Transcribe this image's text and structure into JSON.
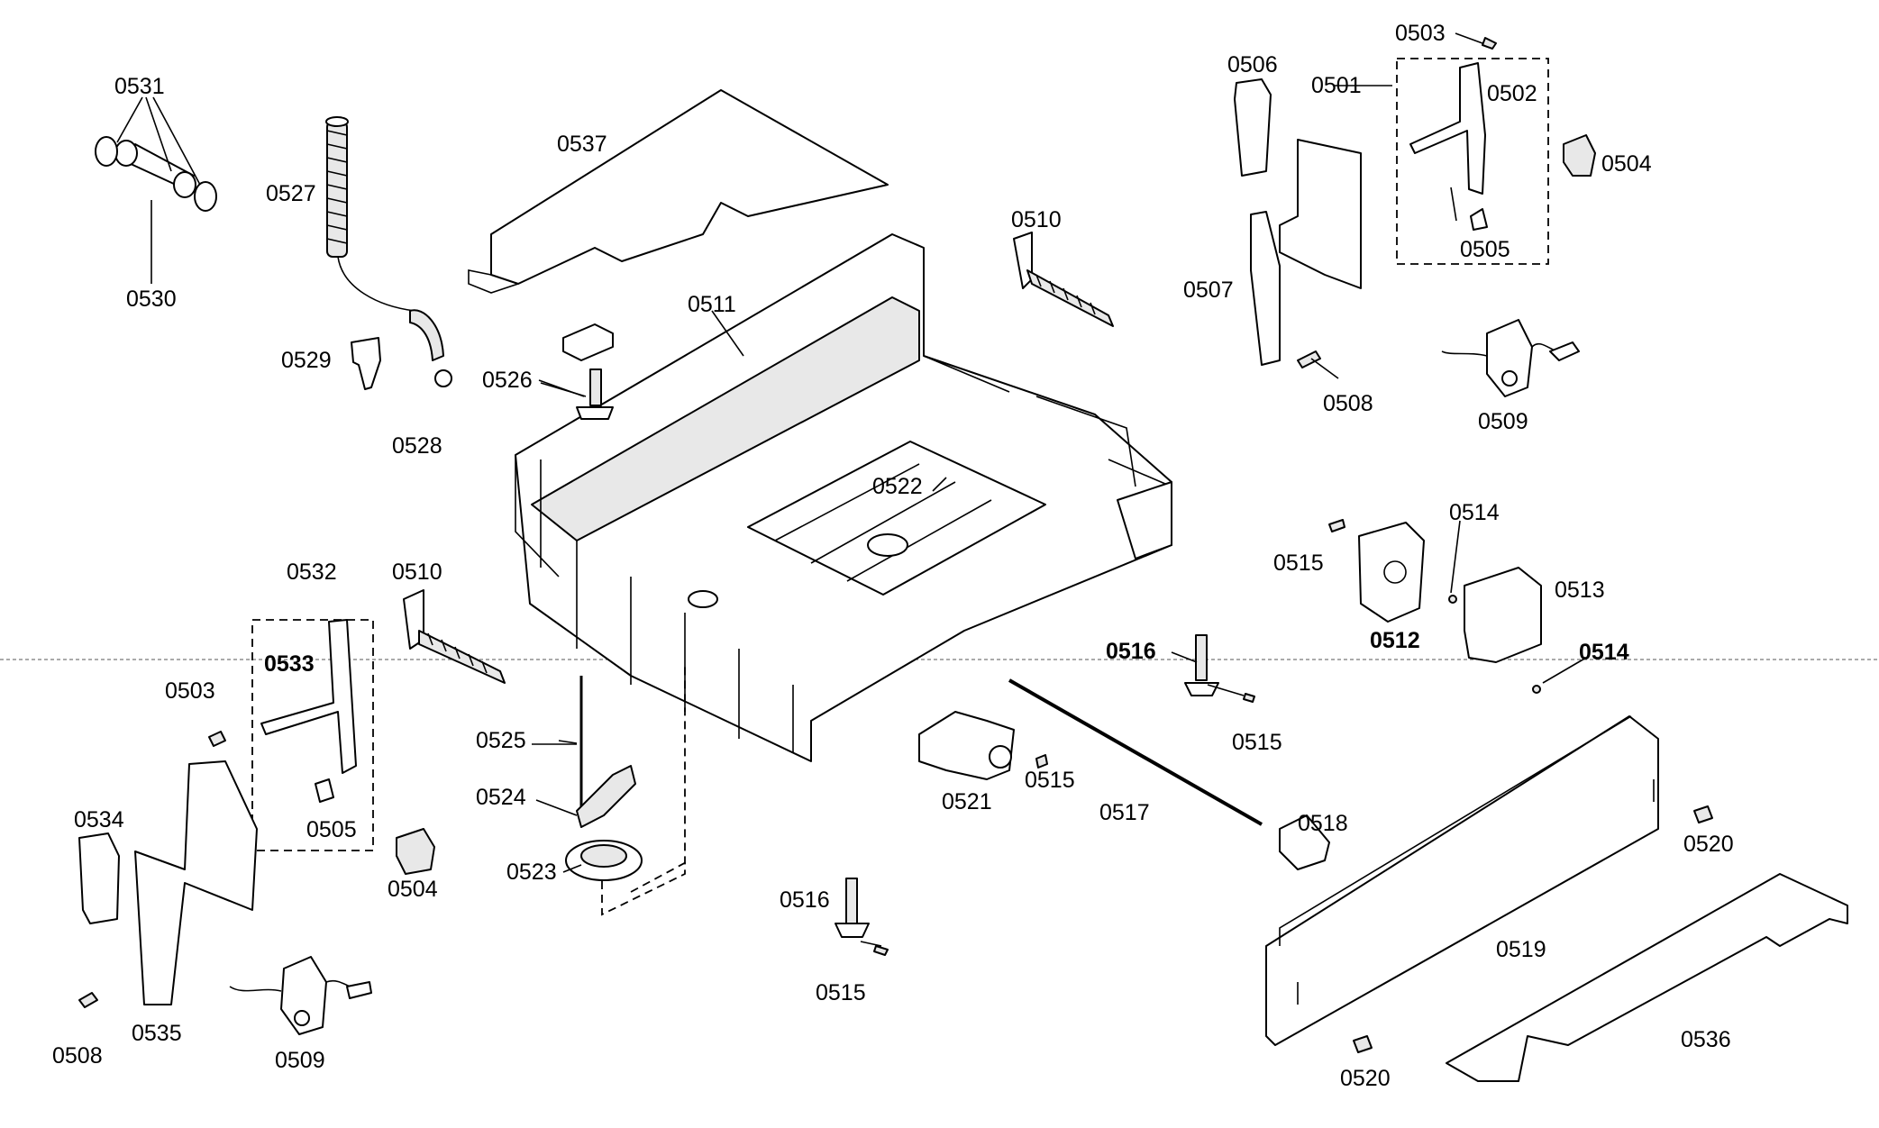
{
  "labels": {
    "p0501": "0501",
    "p0502": "0502",
    "p0503a": "0503",
    "p0503b": "0503",
    "p0504a": "0504",
    "p0504b": "0504",
    "p0505a": "0505",
    "p0505b": "0505",
    "p0506": "0506",
    "p0507": "0507",
    "p0508a": "0508",
    "p0508b": "0508",
    "p0509a": "0509",
    "p0509b": "0509",
    "p0510a": "0510",
    "p0510b": "0510",
    "p0511": "0511",
    "p0512": "0512",
    "p0513": "0513",
    "p0514a": "0514",
    "p0514b": "0514",
    "p0515a": "0515",
    "p0515b": "0515",
    "p0515c": "0515",
    "p0515d": "0515",
    "p0516a": "0516",
    "p0516b": "0516",
    "p0517": "0517",
    "p0518": "0518",
    "p0519": "0519",
    "p0520a": "0520",
    "p0520b": "0520",
    "p0521": "0521",
    "p0522": "0522",
    "p0523": "0523",
    "p0524": "0524",
    "p0525": "0525",
    "p0526": "0526",
    "p0527": "0527",
    "p0528": "0528",
    "p0529": "0529",
    "p0530": "0530",
    "p0531": "0531",
    "p0532": "0532",
    "p0533": "0533",
    "p0534": "0534",
    "p0535": "0535",
    "p0536": "0536",
    "p0537": "0537"
  }
}
